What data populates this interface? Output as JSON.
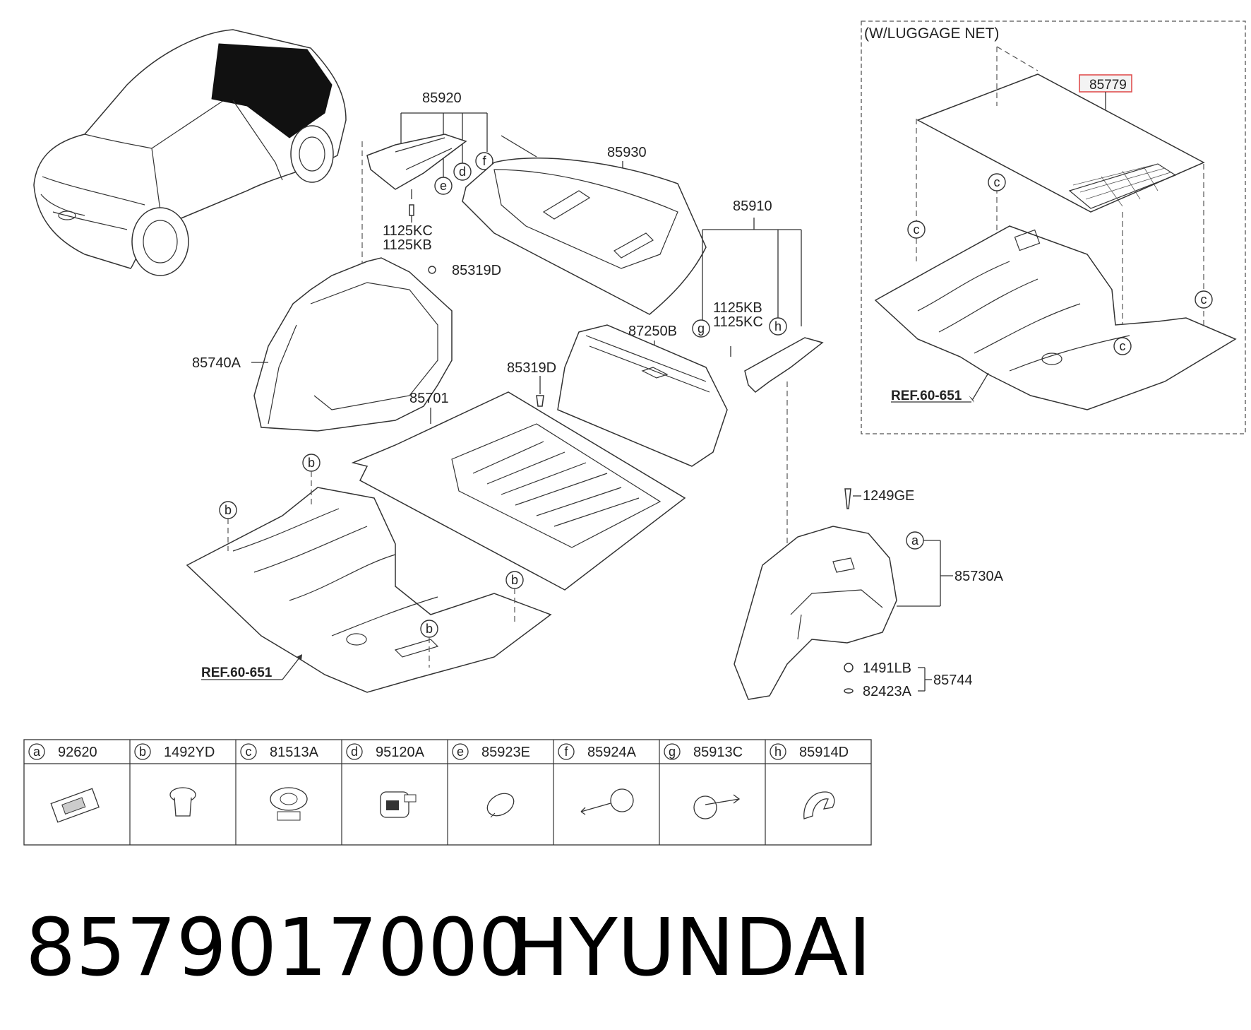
{
  "inset": {
    "title": "(W/LUGGAGE NET)",
    "highlighted_part": "85779",
    "ref": "REF.60-651",
    "clip_letter": "c"
  },
  "callouts": {
    "p85920": "85920",
    "p85930": "85930",
    "p85910": "85910",
    "p1125kc_a": "1125KC",
    "p1125kb_a": "1125KB",
    "p85319d_a": "85319D",
    "p85740a": "85740A",
    "p87250b": "87250B",
    "p1125kb_b": "1125KB",
    "p1125kc_b": "1125KC",
    "p85319d_b": "85319D",
    "p85701": "85701",
    "p1249ge": "1249GE",
    "p85730a": "85730A",
    "p1491lb": "1491LB",
    "p82423a": "82423A",
    "p85744": "85744",
    "ref_main": "REF.60-651"
  },
  "circles": {
    "e": "e",
    "d": "d",
    "f": "f",
    "g": "g",
    "h": "h",
    "a": "a",
    "b": "b"
  },
  "legend": [
    {
      "letter": "a",
      "part": "92620"
    },
    {
      "letter": "b",
      "part": "1492YD"
    },
    {
      "letter": "c",
      "part": "81513A"
    },
    {
      "letter": "d",
      "part": "95120A"
    },
    {
      "letter": "e",
      "part": "85923E"
    },
    {
      "letter": "f",
      "part": "85924A"
    },
    {
      "letter": "g",
      "part": "85913C"
    },
    {
      "letter": "h",
      "part": "85914D"
    }
  ],
  "footer": {
    "part_number": "8579017000",
    "brand": "HYUNDAI"
  }
}
